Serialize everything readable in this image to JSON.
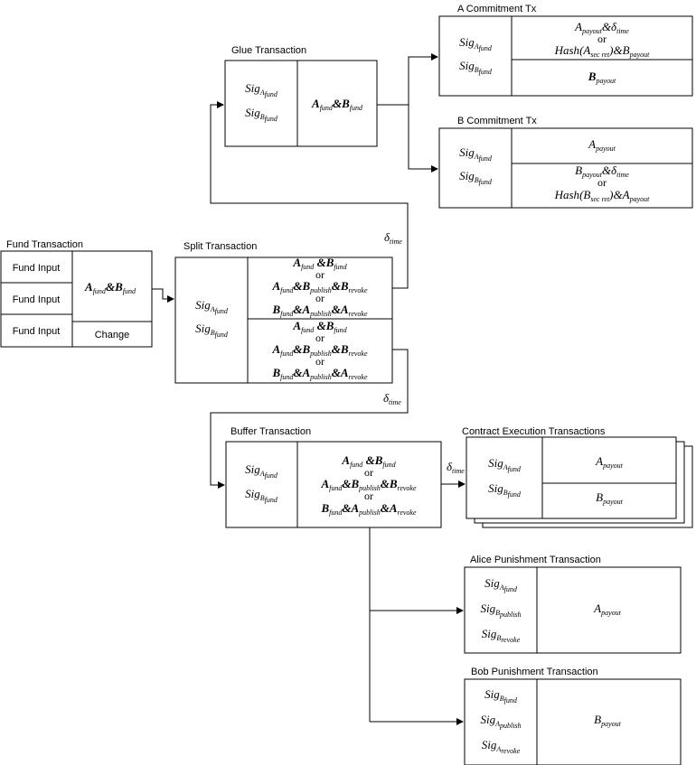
{
  "titles": {
    "fund": "Fund Transaction",
    "glue": "Glue Transaction",
    "split": "Split Transaction",
    "a_commit": "A Commitment Tx",
    "b_commit": "B Commitment Tx",
    "buffer": "Buffer Transaction",
    "cet": "Contract Execution Transactions",
    "alice_punish": "Alice Punishment Transaction",
    "bob_punish": "Bob Punishment Transaction"
  },
  "fund": {
    "inputs": [
      "Fund Input",
      "Fund Input",
      "Fund Input"
    ],
    "change": "Change"
  },
  "math": {
    "sig": "Sig",
    "amp": "&",
    "or": "or",
    "hash": "Hash",
    "A": "A",
    "B": "B",
    "delta": "δ",
    "sub_fund": "fund",
    "sub_publish": "publish",
    "sub_revoke": "revoke",
    "sub_payout": "payout",
    "sub_time": "time",
    "sub_secret": "sec ret"
  },
  "edge_labels": {
    "glue_delay": "δ",
    "buffer_delay": "δ",
    "cet_delay": "δ",
    "sub": "time"
  }
}
